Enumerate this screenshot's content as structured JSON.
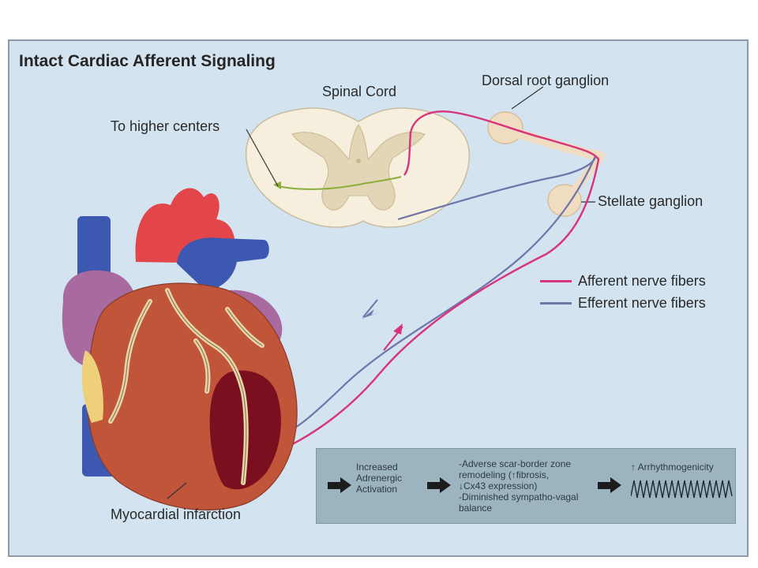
{
  "title": "Intact Cardiac Afferent Signaling",
  "labels": {
    "spinal_cord": "Spinal Cord",
    "dorsal_root_ganglion": "Dorsal root ganglion",
    "higher_centers": "To higher centers",
    "stellate_ganglion": "Stellate ganglion",
    "myocardial_infarction": "Myocardial infarction"
  },
  "legend": [
    {
      "label": "Afferent nerve fibers",
      "color": "#d8337c"
    },
    {
      "label": "Efferent nerve fibers",
      "color": "#6f75a8"
    }
  ],
  "cascade": {
    "step1": "Increased Adrenergic Activation",
    "step2_lines": [
      "-Adverse scar-border zone",
      "remodeling (↑fibrosis,",
      "↓Cx43 expression)",
      "-Diminished sympatho-vagal",
      "balance"
    ],
    "step3": "↑ Arrhythmogenicity"
  },
  "colors": {
    "background": "#d3e3ef",
    "afferent": "#d8337c",
    "efferent": "#6f75a8",
    "heart_muscle": "#c0553a",
    "infarct": "#7a0f1f",
    "vessels_blue": "#3d58b0",
    "aorta_red": "#e2454a",
    "atrium_purple": "#a96aa0",
    "cascade_box": "#9cb4bf"
  },
  "icons": [
    "spinal-cord-cross-section",
    "dorsal-root-ganglion",
    "stellate-ganglion",
    "heart",
    "ecg-waveform",
    "arrow-right"
  ]
}
